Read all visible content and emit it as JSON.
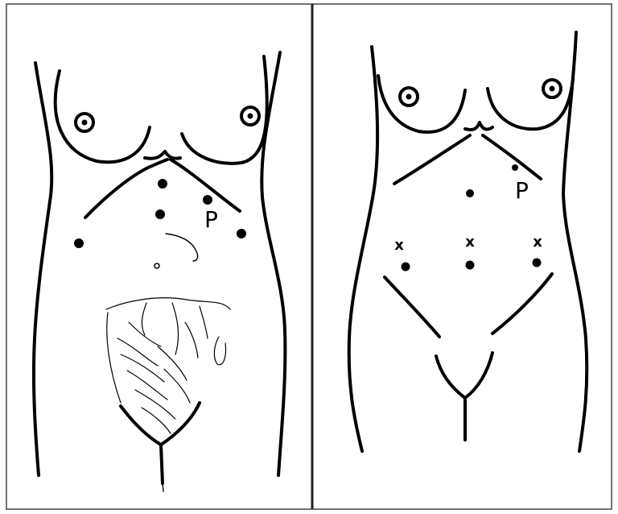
{
  "panels": [
    {
      "id": "left",
      "marker_label": "P"
    },
    {
      "id": "right",
      "marker_label": "P",
      "cross_marks": [
        "x",
        "x",
        "x"
      ]
    }
  ],
  "colors": {
    "ink": "#000000",
    "background": "#ffffff",
    "frame": "#444444"
  }
}
